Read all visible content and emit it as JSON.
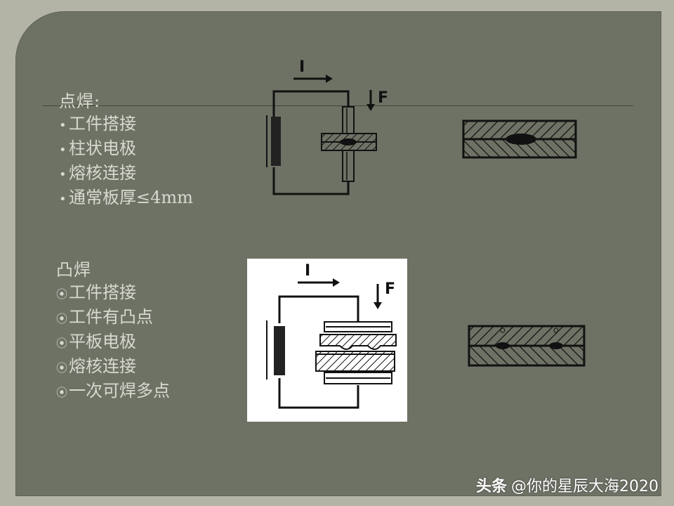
{
  "spot": {
    "title": "点焊:",
    "items": [
      "工件搭接",
      "柱状电极",
      "熔核连接",
      "通常板厚≤4mm"
    ]
  },
  "projection": {
    "title": "凸焊",
    "items": [
      "工件搭接",
      "工件有凸点",
      "平板电极",
      "熔核连接",
      "一次可焊多点"
    ]
  },
  "diagram_labels": {
    "current": "I",
    "force": "F"
  },
  "footer": {
    "brand": "头条",
    "handle": "@你的星辰大海2020"
  },
  "colors": {
    "slide_bg": "#6e7265",
    "text": "#d8d9cf"
  }
}
